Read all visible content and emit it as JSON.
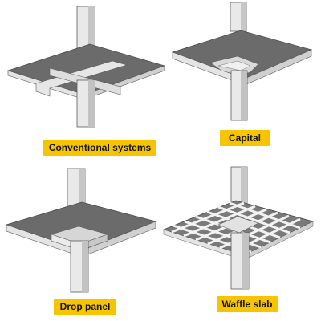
{
  "labels": {
    "conventional": "Conventional systems",
    "capital": "Capital",
    "drop_panel": "Drop panel",
    "waffle_slab": "Waffle slab"
  },
  "colors": {
    "label_bg": "#f7c500",
    "label_text": "#111111",
    "slab_top": "#6b6b6b",
    "slab_side": "#e4e4e4",
    "column_face": "#e9e9e9",
    "column_shade": "#bdbdbd",
    "outline": "#5a5a5a"
  }
}
